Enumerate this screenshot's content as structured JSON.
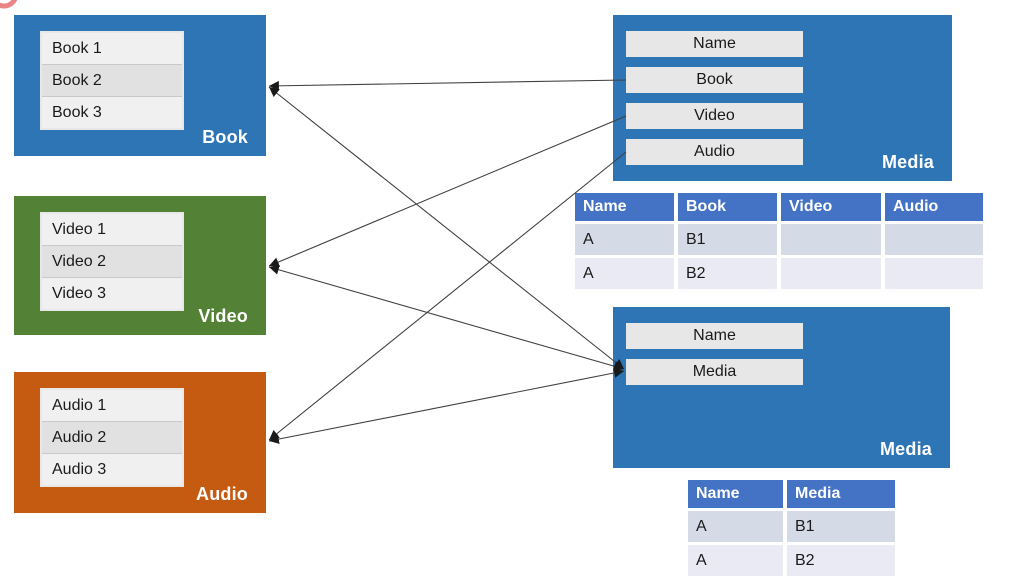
{
  "book_box": {
    "label": "Book",
    "color": "#2e75b6",
    "items": [
      "Book 1",
      "Book 2",
      "Book 3"
    ]
  },
  "video_box": {
    "label": "Video",
    "color": "#538135",
    "items": [
      "Video 1",
      "Video 2",
      "Video 3"
    ]
  },
  "audio_box": {
    "label": "Audio",
    "color": "#c55a11",
    "items": [
      "Audio 1",
      "Audio 2",
      "Audio 3"
    ]
  },
  "media_box_top": {
    "label": "Media",
    "color": "#2e75b6",
    "fields": [
      "Name",
      "Book",
      "Video",
      "Audio"
    ]
  },
  "media_box_bottom": {
    "label": "Media",
    "color": "#2e75b6",
    "fields": [
      "Name",
      "Media"
    ]
  },
  "media_table_top": {
    "headers": [
      "Name",
      "Book",
      "Video",
      "Audio"
    ],
    "rows": [
      [
        "A",
        "B1",
        "",
        ""
      ],
      [
        "A",
        "B2",
        "",
        ""
      ]
    ],
    "header_color": "#4472c4",
    "row_colors": [
      "#d5dae7",
      "#e9eaf3"
    ]
  },
  "media_table_bottom": {
    "headers": [
      "Name",
      "Media"
    ],
    "rows": [
      [
        "A",
        "B1"
      ],
      [
        "A",
        "B2"
      ]
    ],
    "header_color": "#4472c4",
    "row_colors": [
      "#d5dae7",
      "#e9eaf3"
    ]
  },
  "connections": [
    {
      "from": "media-top-field-book",
      "to": "book-entity",
      "arrowheads": "at-target"
    },
    {
      "from": "media-top-field-video",
      "to": "video-entity",
      "arrowheads": "at-target"
    },
    {
      "from": "media-top-field-audio",
      "to": "audio-entity",
      "arrowheads": "at-target"
    },
    {
      "from": "media-bottom-field-media",
      "to": "book-entity",
      "arrowheads": "both-ends"
    },
    {
      "from": "media-bottom-field-media",
      "to": "video-entity",
      "arrowheads": "both-ends"
    },
    {
      "from": "media-bottom-field-media",
      "to": "audio-entity",
      "arrowheads": "both-ends"
    }
  ],
  "connector_color": "#404040"
}
